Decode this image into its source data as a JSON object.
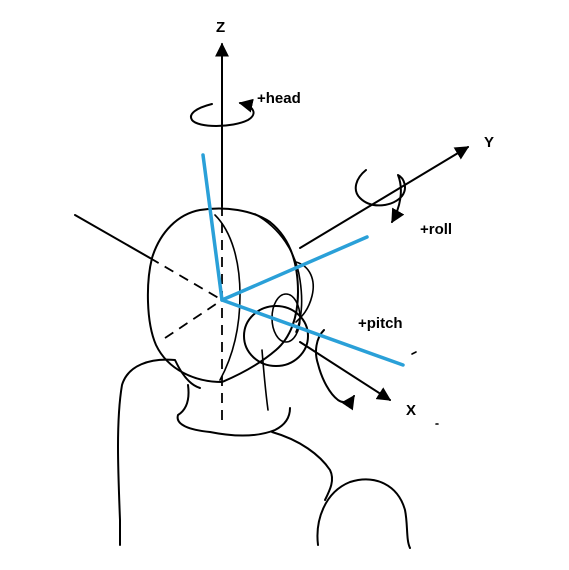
{
  "axes": {
    "z_label": "Z",
    "y_label": "Y",
    "x_label": "X"
  },
  "rotations": {
    "head_label": "+head",
    "roll_label": "+roll",
    "pitch_label": "+pitch"
  },
  "colors": {
    "line": "#000000",
    "headset_axes": "#2aa0d8",
    "background": "#ffffff"
  }
}
